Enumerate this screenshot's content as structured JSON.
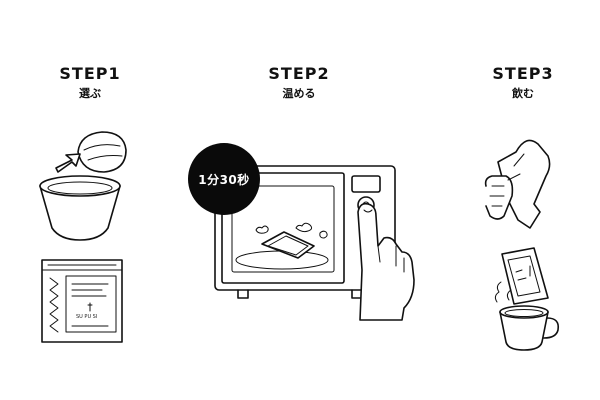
{
  "steps": [
    {
      "title": "STEP1",
      "subtitle": "選ぶ"
    },
    {
      "title": "STEP2",
      "subtitle": "温める"
    },
    {
      "title": "STEP3",
      "subtitle": "飲む"
    }
  ],
  "timer_badge": "1分30秒",
  "package": {
    "brand": "SU PU SI"
  }
}
